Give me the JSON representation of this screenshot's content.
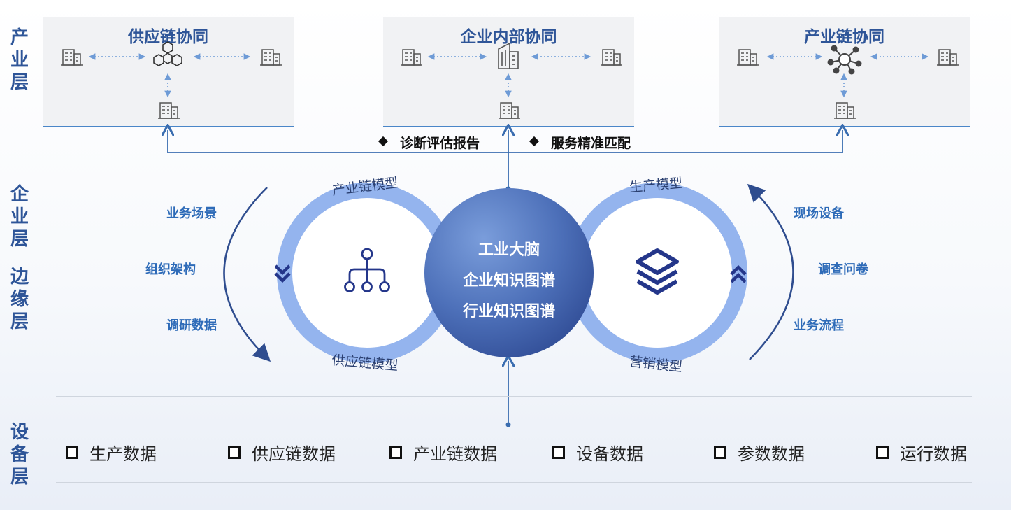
{
  "layers": {
    "industry": "产业层",
    "enterprise": "企业层",
    "edge": "边缘层",
    "device": "设备层"
  },
  "top_boxes": [
    {
      "title": "供应链协同"
    },
    {
      "title": "企业内部协同"
    },
    {
      "title": "产业链协同"
    }
  ],
  "middle_labels": {
    "diagnosis": "诊断评估报告",
    "service": "服务精准匹配"
  },
  "left_side": [
    "业务场景",
    "组织架构",
    "调研数据"
  ],
  "right_side": [
    "现场设备",
    "调查问卷",
    "业务流程"
  ],
  "core": [
    "工业大脑",
    "企业知识图谱",
    "行业知识图谱"
  ],
  "left_ring": {
    "top": "产业链模型",
    "bottom": "供应链模型"
  },
  "right_ring": {
    "top": "生产模型",
    "bottom": "营销模型"
  },
  "device_items": [
    "生产数据",
    "供应链数据",
    "产业链数据",
    "设备数据",
    "参数数据",
    "运行数据"
  ],
  "colors": {
    "accent": "#2e5598",
    "ring": "#94b4ee",
    "core_dark": "#3f62ad",
    "line": "#3a6db0"
  }
}
